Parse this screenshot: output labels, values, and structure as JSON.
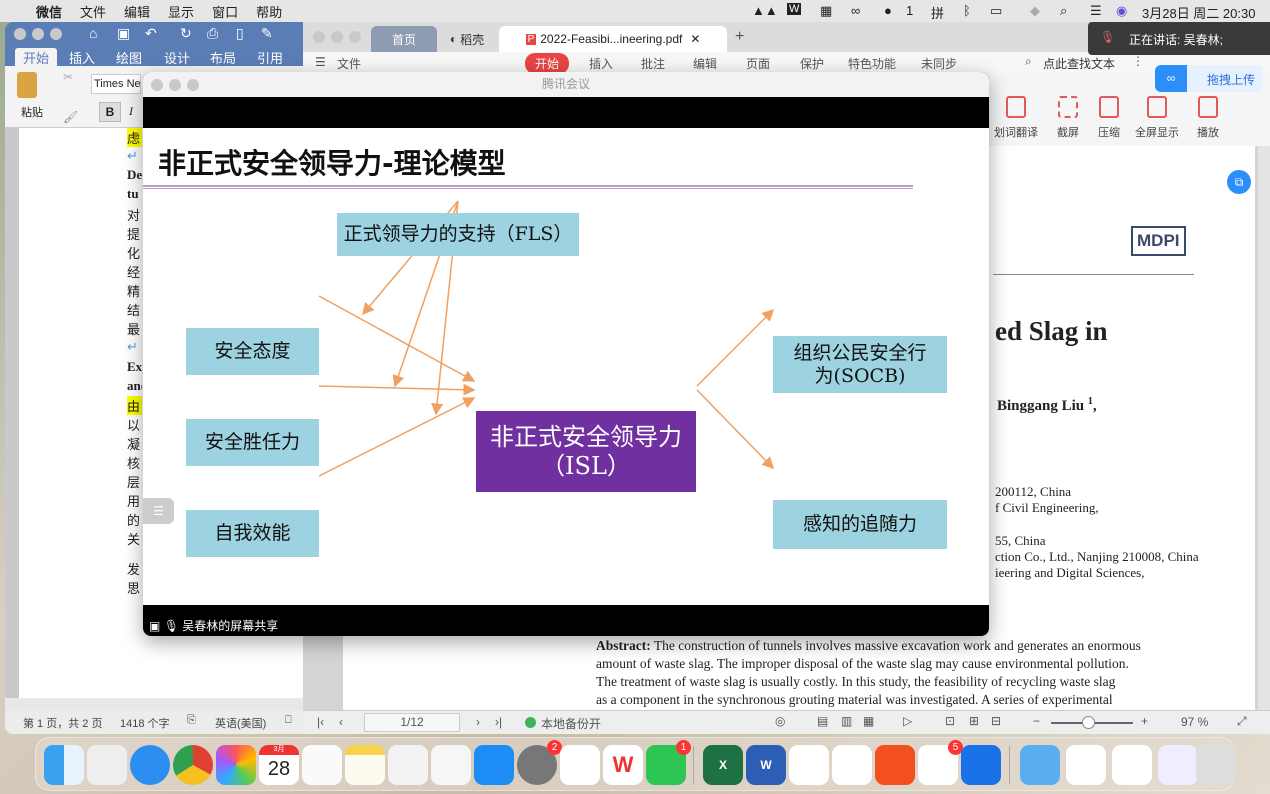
{
  "menubar": {
    "items": [
      "微信",
      "文件",
      "编辑",
      "显示",
      "窗口",
      "帮助"
    ],
    "wechat_count": "1",
    "datetime": "3月28日 周二  20:30"
  },
  "notification": {
    "speaking": "正在讲话: 吴春林;"
  },
  "word": {
    "tabs": [
      "开始",
      "插入",
      "绘图",
      "设计",
      "布局",
      "引用"
    ],
    "paste": "粘贴",
    "font": "Times Ne",
    "bold": "B",
    "italic": "I",
    "lines": [
      "虑",
      "↵",
      "De",
      "tu",
      "对",
      "提",
      "化",
      "经",
      "精",
      "结",
      "最",
      "↵",
      "Ex",
      "and",
      "由",
      "以",
      "凝",
      "核",
      "层",
      "用",
      "的",
      "关",
      "发",
      "思"
    ],
    "status": {
      "page": "第 1 页，共 2 页",
      "words": "1418 个字",
      "lang": "英语(美国)"
    }
  },
  "wps": {
    "tabs": {
      "home": "首页",
      "daoke": "稻壳",
      "file": "2022-Feasibi...ineering.pdf"
    },
    "menu": [
      "文件",
      "开始",
      "插入",
      "批注",
      "编辑",
      "页面",
      "保护",
      "特色功能",
      "未同步"
    ],
    "search": "点此查找文本",
    "upload": "拖拽上传",
    "tools": [
      "划词翻译",
      "截屏",
      "压缩",
      "全屏显示",
      "播放"
    ],
    "pdf": {
      "logo": "MDPI",
      "title_frag": "ed Slag in",
      "authors_frag": "Binggang Liu",
      "authors_sup": "1",
      "affil": [
        "200112, China",
        "f Civil Engineering,",
        "55, China",
        "ction Co., Ltd., Nanjing 210008, China",
        "ieering and Digital Sciences,"
      ],
      "abstract_label": "Abstract:",
      "abstract": [
        "The construction of tunnels involves massive excavation work and generates an enormous",
        "amount of waste slag. The improper disposal of the waste slag may cause environmental pollution.",
        "The treatment of waste slag is usually costly.  In this study, the feasibility of recycling waste slag",
        "as a component in the synchronous grouting material was investigated. A series of experimental"
      ]
    },
    "status": {
      "page": "1/12",
      "backup": "本地备份开",
      "zoom": "97 %",
      "zoom_level": 0.45
    }
  },
  "meeting": {
    "title": "腾讯会议",
    "share_label": "吴春林的屏幕共享",
    "slide": {
      "title": "非正式安全领导力-理论模型",
      "fls": "正式领导力的支持（FLS）",
      "attitude": "安全态度",
      "competence": "安全胜任力",
      "efficacy": "自我效能",
      "isl": "非正式安全领导力（ISL）",
      "socb": "组织公民安全行为(SOCB)",
      "follow": "感知的追随力"
    }
  },
  "dock": {
    "calendar_month": "3月",
    "calendar_day": "28",
    "badges": {
      "settings": "2",
      "wechat": "1",
      "store": "5"
    }
  },
  "colors": {
    "box": "#9dd2e0",
    "isl": "#7030a0",
    "arrow": "#f0a060",
    "wps_red": "#e84545",
    "word_blue": "#5b7db6"
  }
}
